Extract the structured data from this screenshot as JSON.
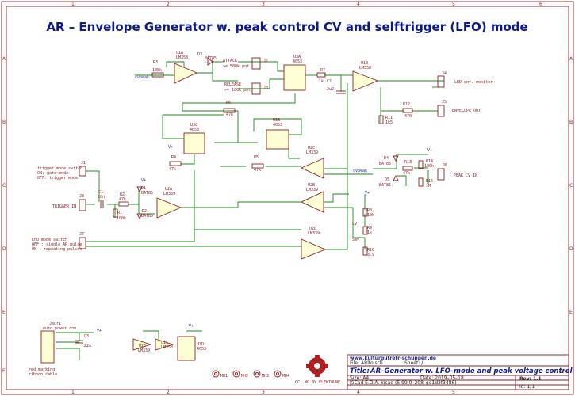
{
  "title": "AR – Envelope Generator w. peak control CV and selftrigger (LFO) mode",
  "grid": {
    "cols": [
      "1",
      "2",
      "3",
      "4",
      "5",
      "6"
    ],
    "rows": [
      "A",
      "B",
      "C",
      "D",
      "E",
      "F"
    ]
  },
  "labels": {
    "cvpeak1": "cvpeak",
    "cvpeak2": "cvpeak",
    "u1a": "U1A",
    "u1a_part": "LM358",
    "d3": "D3",
    "d3_part": "BAT85",
    "r3": "R3",
    "r3_val": "100k",
    "attack": "ATTACK",
    "attack_val": ">= 500k pot",
    "release": "RELEASE",
    "release_val": ">= 100k pot",
    "j2": "J2",
    "j3": "J3",
    "u3a": "U3A",
    "u3a_part": "4053",
    "r7": "R7",
    "r7_val": "1k",
    "c2": "C2",
    "c2_val": "2u2",
    "u1b": "U1B",
    "u1b_part": "LM358",
    "j4": "J4",
    "led_env": "LED env. monitor",
    "j5": "J5",
    "env_out": "ENVELOPE OUT",
    "r12": "R12",
    "r12_val": "470",
    "r11": "R11",
    "r11_val": "1k5",
    "r6": "R6",
    "r6_val": "47k",
    "u3b": "U3B",
    "u3b_part": "4053",
    "u3c": "U3C",
    "u3c_part": "4053",
    "r5": "R5",
    "r5_val": "47k",
    "r4": "R4",
    "r4_val": "47k",
    "u2c": "U2C",
    "u2c_part": "LM339",
    "d4": "D4",
    "d4_part": "BAT85",
    "r14": "R14",
    "r14_val": "100k",
    "r13": "R13",
    "r13_val": "47k",
    "d5": "D5",
    "d5_part": "BAT85",
    "r15": "R15",
    "r15_val": "1M",
    "j6": "J6",
    "peak_cv": "PEAK CV IN",
    "j1": "J1",
    "trig_switch1": "trigger mode switch",
    "trig_switch2": "ON: gate mode",
    "trig_switch3": "OFF: trigger mode",
    "j8": "J8",
    "trigger_in": "TRIGGER IN",
    "c1": "C1",
    "c1_val": "10n",
    "r2": "R2",
    "r2_val": "47k",
    "r1": "R1",
    "r1_val": "100k",
    "d1": "D1",
    "d1_part": "BAT85",
    "d2": "D2",
    "d2_part": "BAT85",
    "u2a": "U2A",
    "u2a_part": "LM339",
    "u2b": "U2B",
    "u2b_part": "LM339",
    "r8": "R8",
    "r8_val": "10k",
    "r9": "R9",
    "r9_val": "1k",
    "r10": "R10",
    "r10_val": "3.9",
    "lv": "LV",
    "smv": "5mV",
    "j7": "J7",
    "lfo1": "LFO mode switch",
    "lfo2": "OFF : single AR pulse",
    "lfo3": "ON : repeating pulses",
    "u2d": "U2D",
    "u2d_part": "LM339",
    "vplus": "V+",
    "vminus": "V-",
    "jeur": "Jeur1",
    "jeur_part": "euro power con",
    "red_mark1": "red marking",
    "red_mark2": "ribbon cable",
    "c3": "C3",
    "c3_val": "22u",
    "u2e": "U2E",
    "u2e_part": "LM339",
    "u1c": "U1C",
    "u1c_part": "LM358",
    "u3d": "U3D",
    "u3d_part": "4053",
    "h1": "MH1",
    "h2": "MH2",
    "h3": "MH3",
    "h4": "MH4",
    "cc": "CC: NC BY ELEKTOUNE"
  },
  "titleblock": {
    "site": "www.kulturgutretr-schuppen.de",
    "file": "File: ARlfo.sch",
    "sheet": "Sheet: /",
    "title_label": "Title:",
    "title_text": "AR–Generator w. LFO–mode and peak voltage control",
    "size": "Size: A4",
    "date": "Date: 2019–05–18",
    "rev": "Rev: 1.1",
    "kicad": "KiCad E.D.A.  kicad (5.99.0–208–ge1d3f3486)",
    "id": "Id: 1/1"
  },
  "colors": {
    "wire": "#1a8a1a",
    "component": "#8a2020",
    "title": "#0d1a8c"
  }
}
